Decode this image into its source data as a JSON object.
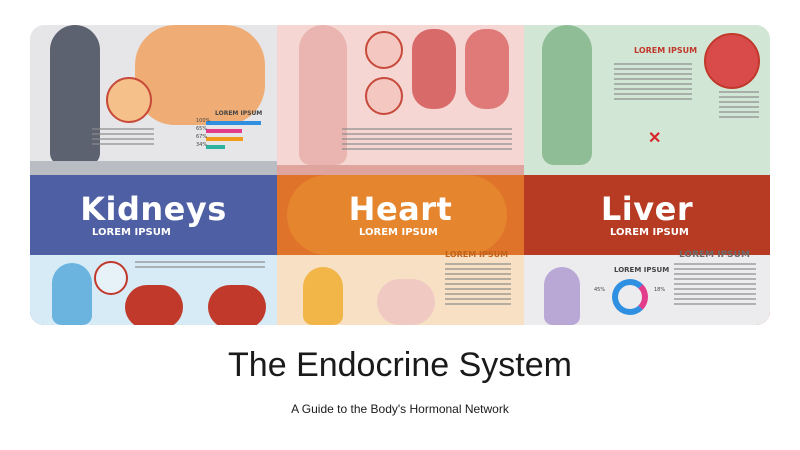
{
  "slide": {
    "title": "The Endocrine System",
    "subtitle": "A Guide to the Body's Hormonal Network"
  },
  "hero": {
    "kidneys": {
      "heading": "Kidneys",
      "sub": "LOREM IPSUM"
    },
    "heart": {
      "heading": "Heart",
      "sub": "LOREM IPSUM",
      "side_heading": "LOREM IPSUM"
    },
    "liver": {
      "heading": "Liver",
      "sub": "LOREM IPSUM",
      "side_heading": "LOREM IPSUM",
      "label_heading": "LOREM IPSUM",
      "pct_left": "45%",
      "pct_right": "18%"
    },
    "gut": {
      "heading": "LOREM IPSUM",
      "bars": [
        {
          "label": "100%",
          "value": 1.0,
          "color": "#2f8fe0"
        },
        {
          "label": "65%",
          "value": 0.65,
          "color": "#e23c8a"
        },
        {
          "label": "67%",
          "value": 0.67,
          "color": "#f39a1c"
        },
        {
          "label": "34%",
          "value": 0.34,
          "color": "#2fb3a0"
        }
      ]
    },
    "lung": {
      "heading": "LOREM IPSUM"
    }
  },
  "colors": {
    "heading_red": "#c0392b",
    "heading_orange": "#c0621a",
    "heading_grey": "#6b6b6b"
  }
}
